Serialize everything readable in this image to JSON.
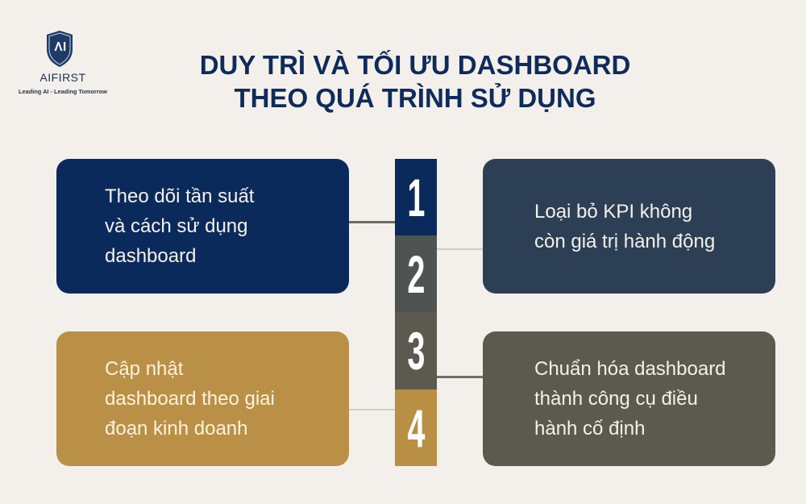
{
  "brand": {
    "logo_mark": "AI",
    "name": "AIFIRST",
    "tagline": "Leading AI - Leading Tomorrow",
    "shield_color": "#1f3a68"
  },
  "title": {
    "line1": "DUY TRÌ VÀ TỐI ƯU DASHBOARD",
    "line2": "THEO QUÁ TRÌNH SỬ DỤNG",
    "color": "#0f2b5b"
  },
  "steps": [
    {
      "number": "1",
      "lines": [
        "Theo dõi tần suất",
        "và cách sử dụng",
        "dashboard"
      ],
      "card_color": "#0b2a5c",
      "segment_color": "#0b2a5c",
      "side": "left"
    },
    {
      "number": "2",
      "lines": [
        "Loại bỏ KPI không",
        "còn giá trị hành động"
      ],
      "card_color": "#2d3f55",
      "segment_color": "#4d5452",
      "side": "right"
    },
    {
      "number": "3",
      "lines": [
        "Chuẩn hóa dashboard",
        "thành công cụ điều",
        "hành cố định"
      ],
      "card_color": "#5c5a4e",
      "segment_color": "#5c5a4e",
      "side": "right"
    },
    {
      "number": "4",
      "lines": [
        "Cập nhật",
        "dashboard theo giai",
        "đoạn kinh doanh"
      ],
      "card_color": "#ba9046",
      "segment_color": "#b98f44",
      "side": "left"
    }
  ],
  "background_color": "#f3f0eb"
}
